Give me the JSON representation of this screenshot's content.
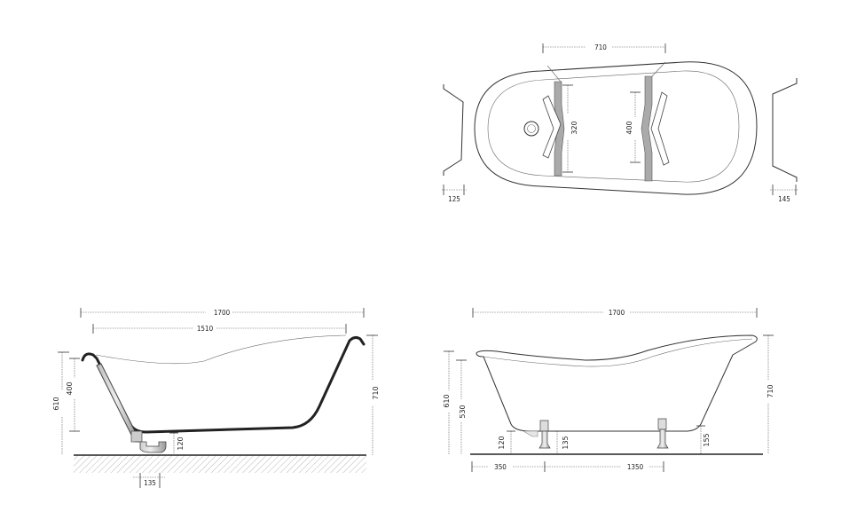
{
  "top_view": {
    "width_710": "710",
    "support_320": "320",
    "support_400": "400",
    "left_125": "125",
    "right_145": "145"
  },
  "side_left": {
    "length_1700": "1700",
    "length_1510": "1510",
    "height_610": "610",
    "height_400": "400",
    "height_710": "710",
    "drain_120": "120",
    "drain_135": "135"
  },
  "side_right": {
    "length_1700": "1700",
    "height_610": "610",
    "height_530": "530",
    "height_710": "710",
    "foot_120": "120",
    "foot_135": "135",
    "foot_155": "155",
    "offset_350": "350",
    "span_1350": "1350"
  }
}
